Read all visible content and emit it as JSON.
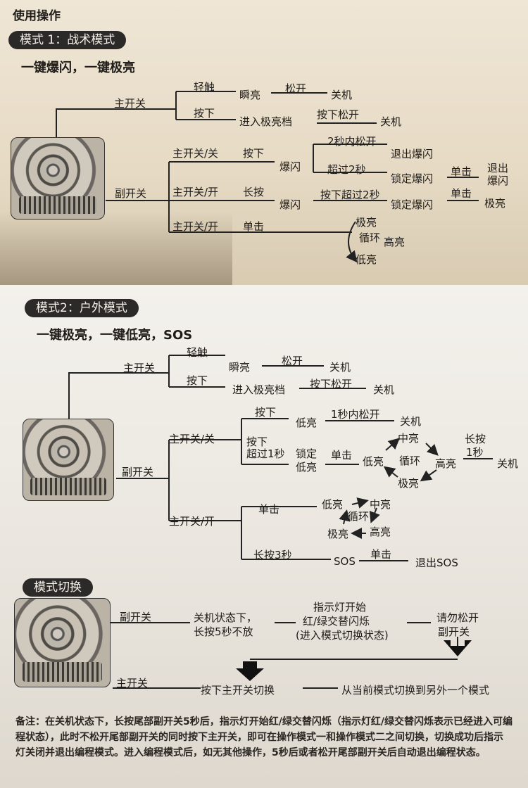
{
  "page_title": "使用操作",
  "mode1": {
    "header": "模式 1：战术模式",
    "subtitle": "一键爆闪，一键极亮",
    "main_switch": "主开关",
    "tap": "轻触",
    "instant_on": "瞬亮",
    "release": "松开",
    "off_1": "关机",
    "press": "按下",
    "enter_max": "进入极亮档",
    "press_release": "按下松开",
    "off_2": "关机",
    "aux_switch": "副开关",
    "aux_off_press": "主开关/关",
    "aux_off_action": "按下",
    "strobe_1": "爆闪",
    "release_2s": "2秒内松开",
    "exit_strobe": "退出爆闪",
    "over_2s": "超过2秒",
    "lock_strobe_1": "锁定爆闪",
    "click_1": "单击",
    "exit_strobe_2": "退出爆闪",
    "aux_on_hold": "主开关/开",
    "aux_on_hold_action": "长按",
    "strobe_2": "爆闪",
    "press_over_2s": "按下超过2秒",
    "lock_strobe_2": "锁定爆闪",
    "click_2": "单击",
    "max_bright": "极亮",
    "aux_on_click": "主开关/开",
    "aux_on_click_action": "单击",
    "cycle_max": "极亮",
    "cycle_label": "循环",
    "cycle_high": "高亮",
    "cycle_low": "低亮"
  },
  "mode2": {
    "header": "模式2：户外模式",
    "subtitle": "一键极亮，一键低亮，SOS",
    "main_switch": "主开关",
    "tap": "轻触",
    "instant_on": "瞬亮",
    "release": "松开",
    "off_1": "关机",
    "press": "按下",
    "enter_max": "进入极亮档",
    "press_release": "按下松开",
    "off_2": "关机",
    "aux_switch": "副开关",
    "aux_off": "主开关/关",
    "press_a": "按下",
    "low_a": "低亮",
    "release_1s": "1秒内松开",
    "off_3": "关机",
    "press_b": "按下",
    "over_1s": "超过1秒",
    "lock": "锁定",
    "lock_low": "低亮",
    "click": "单击",
    "low_c": "低亮",
    "mid_c": "中亮",
    "cycle_c": "循环",
    "high_c": "高亮",
    "max_c": "极亮",
    "hold": "长按",
    "hold_1s": "1秒",
    "off_4": "关机",
    "aux_on": "主开关/开",
    "single_click": "单击",
    "low_d": "低亮",
    "mid_d": "中亮",
    "cycle_d": "循环",
    "max_d": "极亮",
    "high_d": "高亮",
    "hold_3s": "长按3秒",
    "sos": "SOS",
    "click_sos": "单击",
    "exit_sos": "退出SOS"
  },
  "mode_switch": {
    "header": "模式切换",
    "aux_switch": "副开关",
    "step1_line1": "关机状态下，",
    "step1_line2": "长按5秒不放",
    "step2_line1": "指示灯开始",
    "step2_line2": "红/绿交替闪烁",
    "step2_line3": "(进入模式切换状态)",
    "step3_line1": "请勿松开",
    "step3_line2": "副开关",
    "main_switch": "主开关",
    "step4": "按下主开关切换",
    "result": "从当前模式切换到另外一个模式"
  },
  "note": {
    "label": "备注：",
    "text": "在关机状态下，长按尾部副开关5秒后，指示灯开始红/绿交替闪烁（指示灯红/绿交替闪烁表示已经进入可编程状态），此时不松开尾部副开关的同时按下主开关，即可在操作模式一和操作模式二之间切换，切换成功后指示灯关闭并退出编程模式。进入编程模式后，如无其他操作，5秒后或者松开尾部副开关后自动退出编程状态。"
  }
}
